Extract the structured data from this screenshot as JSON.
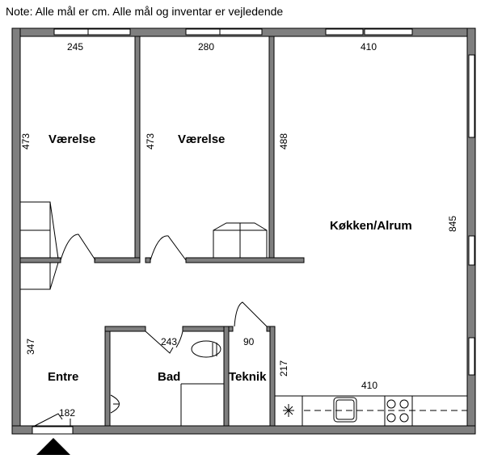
{
  "note": "Note: Alle mål er cm. Alle mål og inventar er vejledende",
  "rooms": {
    "vaerelse1": "Værelse",
    "vaerelse2": "Værelse",
    "kokken": "Køkken/Alrum",
    "entre": "Entre",
    "bad": "Bad",
    "teknik": "Teknik"
  },
  "dimensions": {
    "v1_width": "245",
    "v1_depth": "473",
    "v2_width": "280",
    "v2_depth": "473",
    "k_width": "410",
    "k_depth_left": "488",
    "k_depth_right": "845",
    "entre_depth": "347",
    "entre_width": "182",
    "bad": "243",
    "teknik": "90",
    "k_lower": "217",
    "k_counter": "410"
  },
  "colors": {
    "wall": "#7f7f7f",
    "line": "#000000"
  }
}
